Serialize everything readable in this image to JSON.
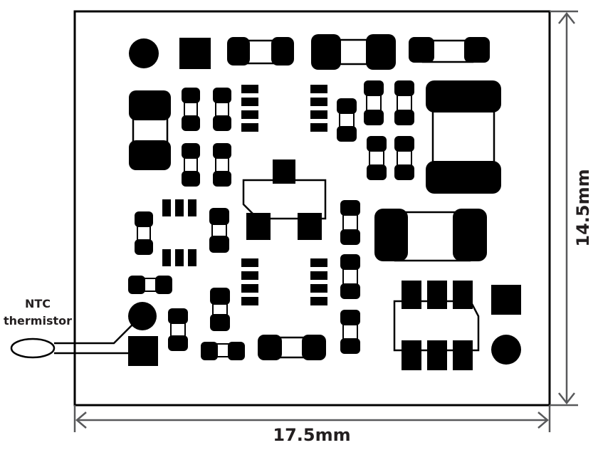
{
  "labels": {
    "ntc_line1": "NTC",
    "ntc_line2": "thermistor",
    "width_dim": "17.5mm",
    "height_dim": "14.5mm"
  },
  "colors": {
    "ink": "#000000",
    "dimension": "#58595b",
    "background": "#ffffff"
  }
}
